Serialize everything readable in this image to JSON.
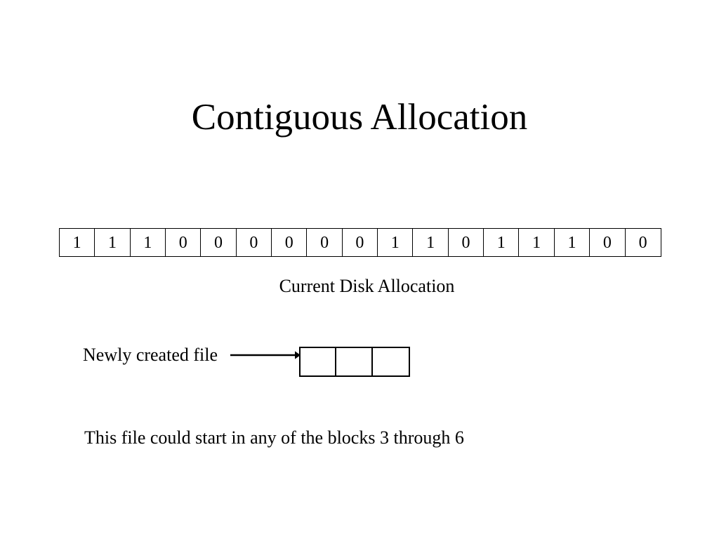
{
  "slide": {
    "title": "Contiguous Allocation",
    "background_color": "#ffffff",
    "text_color": "#000000"
  },
  "disk_allocation": {
    "caption": "Current Disk Allocation",
    "cell_count": 17,
    "bits": [
      "1",
      "1",
      "1",
      "0",
      "0",
      "0",
      "0",
      "0",
      "0",
      "1",
      "1",
      "0",
      "1",
      "1",
      "1",
      "0",
      "0"
    ]
  },
  "new_file": {
    "label": "Newly created file",
    "arrow": "right-arrow",
    "block_count": 3,
    "blocks": [
      "",
      "",
      ""
    ]
  },
  "footer": {
    "note": "This file could start in any of the blocks 3 through 6"
  }
}
